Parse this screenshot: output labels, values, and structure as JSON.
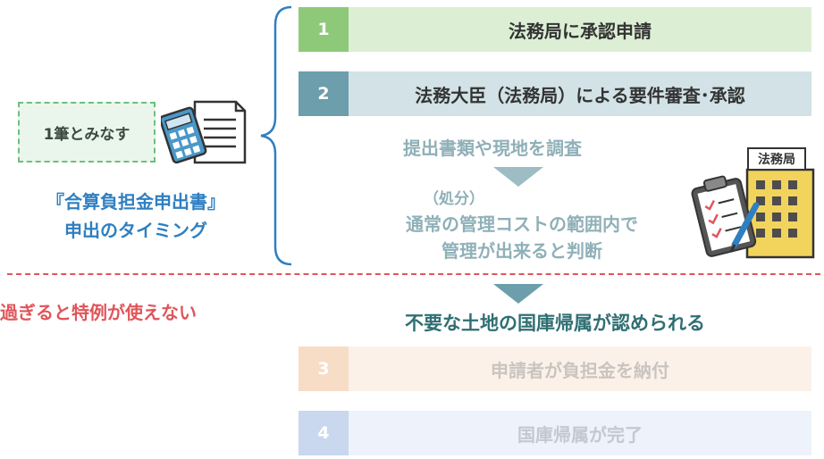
{
  "left": {
    "badge": "1筆とみなす",
    "title_line1": "『合算負担金申出書』",
    "title_line2": "申出のタイミング",
    "deadline": "過ぎると特例が使えない"
  },
  "steps": [
    {
      "num": "1",
      "label": "法務局に承認申請"
    },
    {
      "num": "2",
      "label": "法務大臣（法務局）による要件審査･承認"
    },
    {
      "num": "3",
      "label": "申請者が負担金を納付"
    },
    {
      "num": "4",
      "label": "国庫帰属が完了"
    }
  ],
  "notes": {
    "survey": "提出書類や現地を調査",
    "disposal_tag": "（処分）",
    "judgment_line1": "通常の管理コストの範囲内で",
    "judgment_line2": "管理が出来ると判断"
  },
  "result": "不要な土地の国庫帰属が認められる",
  "icons": {
    "calculator": "calculator-icon",
    "document": "document-icon",
    "clipboard": "clipboard-icon",
    "office_building": "office-building-icon",
    "office_label": "法務局"
  },
  "colors": {
    "step1": "#8ec97a",
    "step2": "#6c9eab",
    "step3": "#f7dcc6",
    "step4": "#c9d7ef",
    "accent_blue": "#2f7fc1",
    "warning_red": "#e0555a",
    "result_teal": "#2f6f73"
  }
}
